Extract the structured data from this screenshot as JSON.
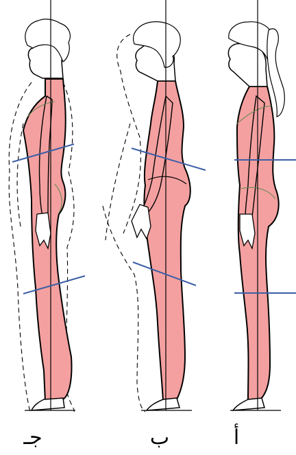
{
  "labels": {
    "figure_a": "أ",
    "figure_b": "ب",
    "figure_c": "جـ"
  },
  "colors": {
    "body": "#f4a0a0",
    "reference_line": "#3c5fa6",
    "outline": "#000000"
  }
}
